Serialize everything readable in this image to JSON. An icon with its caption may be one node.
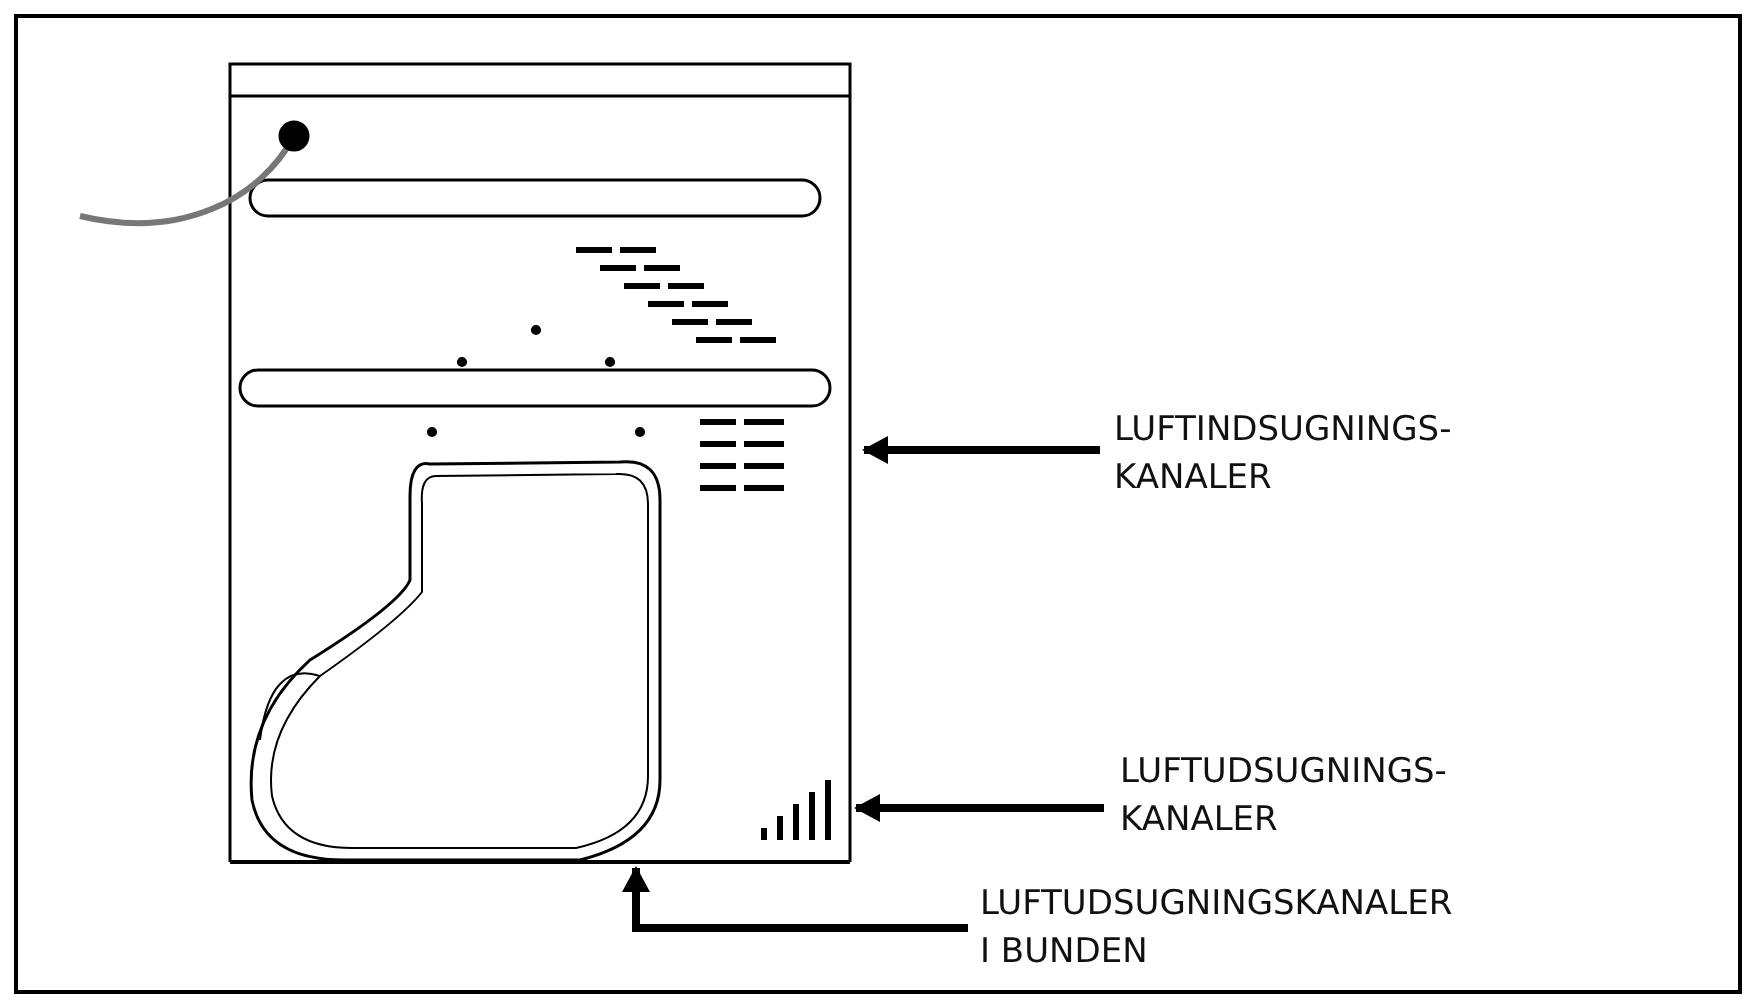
{
  "diagram": {
    "nodes": [
      {
        "text": [
          "LUFTINDSUGNINGS- KANALER"
        ]
      },
      {
        "text": [],
        "shape": "bar"
      },
      {
        "text": [
          "LUFTUDSUGNINGS- KANALER"
        ]
      },
      {
        "text": [],
        "shape": "bar"
      },
      {
        "text": [
          "LUFTUDSUGNINGSKANALER I BUNDEN"
        ]
      },
      {
        "text": [],
        "shape": "bar"
      }
    ],
    "edges": [
      {
        "from": 0,
        "to": 1,
        "arrow": "to"
      },
      {
        "from": 2,
        "to": 3,
        "arrow": "to"
      },
      {
        "from": 4,
        "to": 5,
        "arrow": "to"
      }
    ]
  }
}
